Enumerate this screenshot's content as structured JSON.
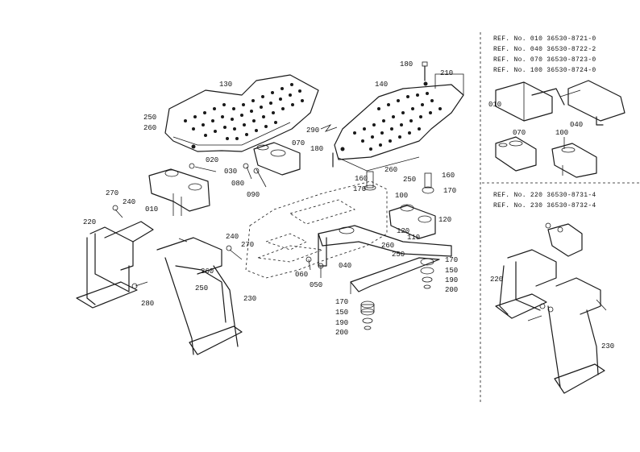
{
  "references_top": [
    "REF. No. 010  36530-8721-0",
    "REF. No. 040  36530-8722-2",
    "REF. No. 070  36530-8723-0",
    "REF. No. 100  36530-8724-0"
  ],
  "references_bottom": [
    "REF. No. 220  36530-8731-4",
    "REF. No. 230  36530-8732-4"
  ],
  "labels": {
    "l130": "130",
    "l140": "140",
    "l180a": "180",
    "l210": "210",
    "l250a": "250",
    "l260a": "260",
    "l290": "290",
    "l180b": "180",
    "l070a": "070",
    "l020": "020",
    "l030": "030",
    "l080": "080",
    "l090": "090",
    "l010": "010",
    "l270a": "270",
    "l240a": "240",
    "l220": "220",
    "l260b": "260",
    "l160a": "160",
    "l250b": "250",
    "l160b": "160",
    "l170a": "170",
    "l170b": "170",
    "l100": "100",
    "l120a": "120",
    "l120b": "120",
    "l260c": "260",
    "l110": "110",
    "l250c": "250",
    "l240b": "240",
    "l270b": "270",
    "l260d": "260",
    "l250d": "250",
    "l060": "060",
    "l050": "050",
    "l040": "040",
    "l280": "280",
    "l230": "230",
    "l170c": "170",
    "l150a": "150",
    "l190a": "190",
    "l200a": "200",
    "l170d": "170",
    "l150b": "150",
    "l190b": "190",
    "l200b": "200",
    "r010": "010",
    "r040": "040",
    "r070": "070",
    "r100": "100",
    "r220": "220",
    "r230": "230"
  }
}
